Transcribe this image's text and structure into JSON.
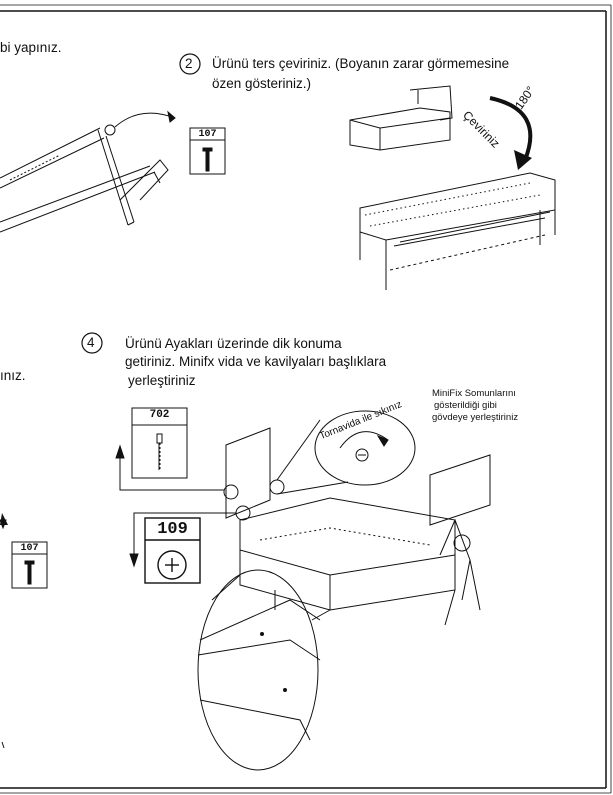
{
  "steps": {
    "step1": {
      "text_fragment": "bi yapınız.",
      "part": "107"
    },
    "step2": {
      "number": "2",
      "text_line1": "Ürünü ters çeviriniz. (Boyanın zarar görmemesine",
      "text_line2": "özen gösteriniz.)",
      "rotate_label": "Çeviriniz",
      "rotate_degrees": "180°"
    },
    "step3": {
      "text_fragment": "ınız.",
      "part": "107"
    },
    "step4": {
      "number": "4",
      "text_line1": "Ürünü Ayakları üzerinde dik konuma",
      "text_line2": "getiriniz. Minifx vida ve kavilyaları başlıklara",
      "text_line3": "yerleştiriniz",
      "part_a": "702",
      "part_b": "109",
      "note_line1": "MiniFix Somunlarını",
      "note_line2": "gösterildiği gibi",
      "note_line3": "gövdeye yerleştiriniz",
      "screwdriver_label": "Tornavida ile sıkınız"
    }
  },
  "colors": {
    "ink": "#111111",
    "paper": "#ffffff"
  },
  "icons": [
    "screw-icon",
    "dowel-icon",
    "minifix-cam-icon",
    "rotate-arrow-icon"
  ]
}
